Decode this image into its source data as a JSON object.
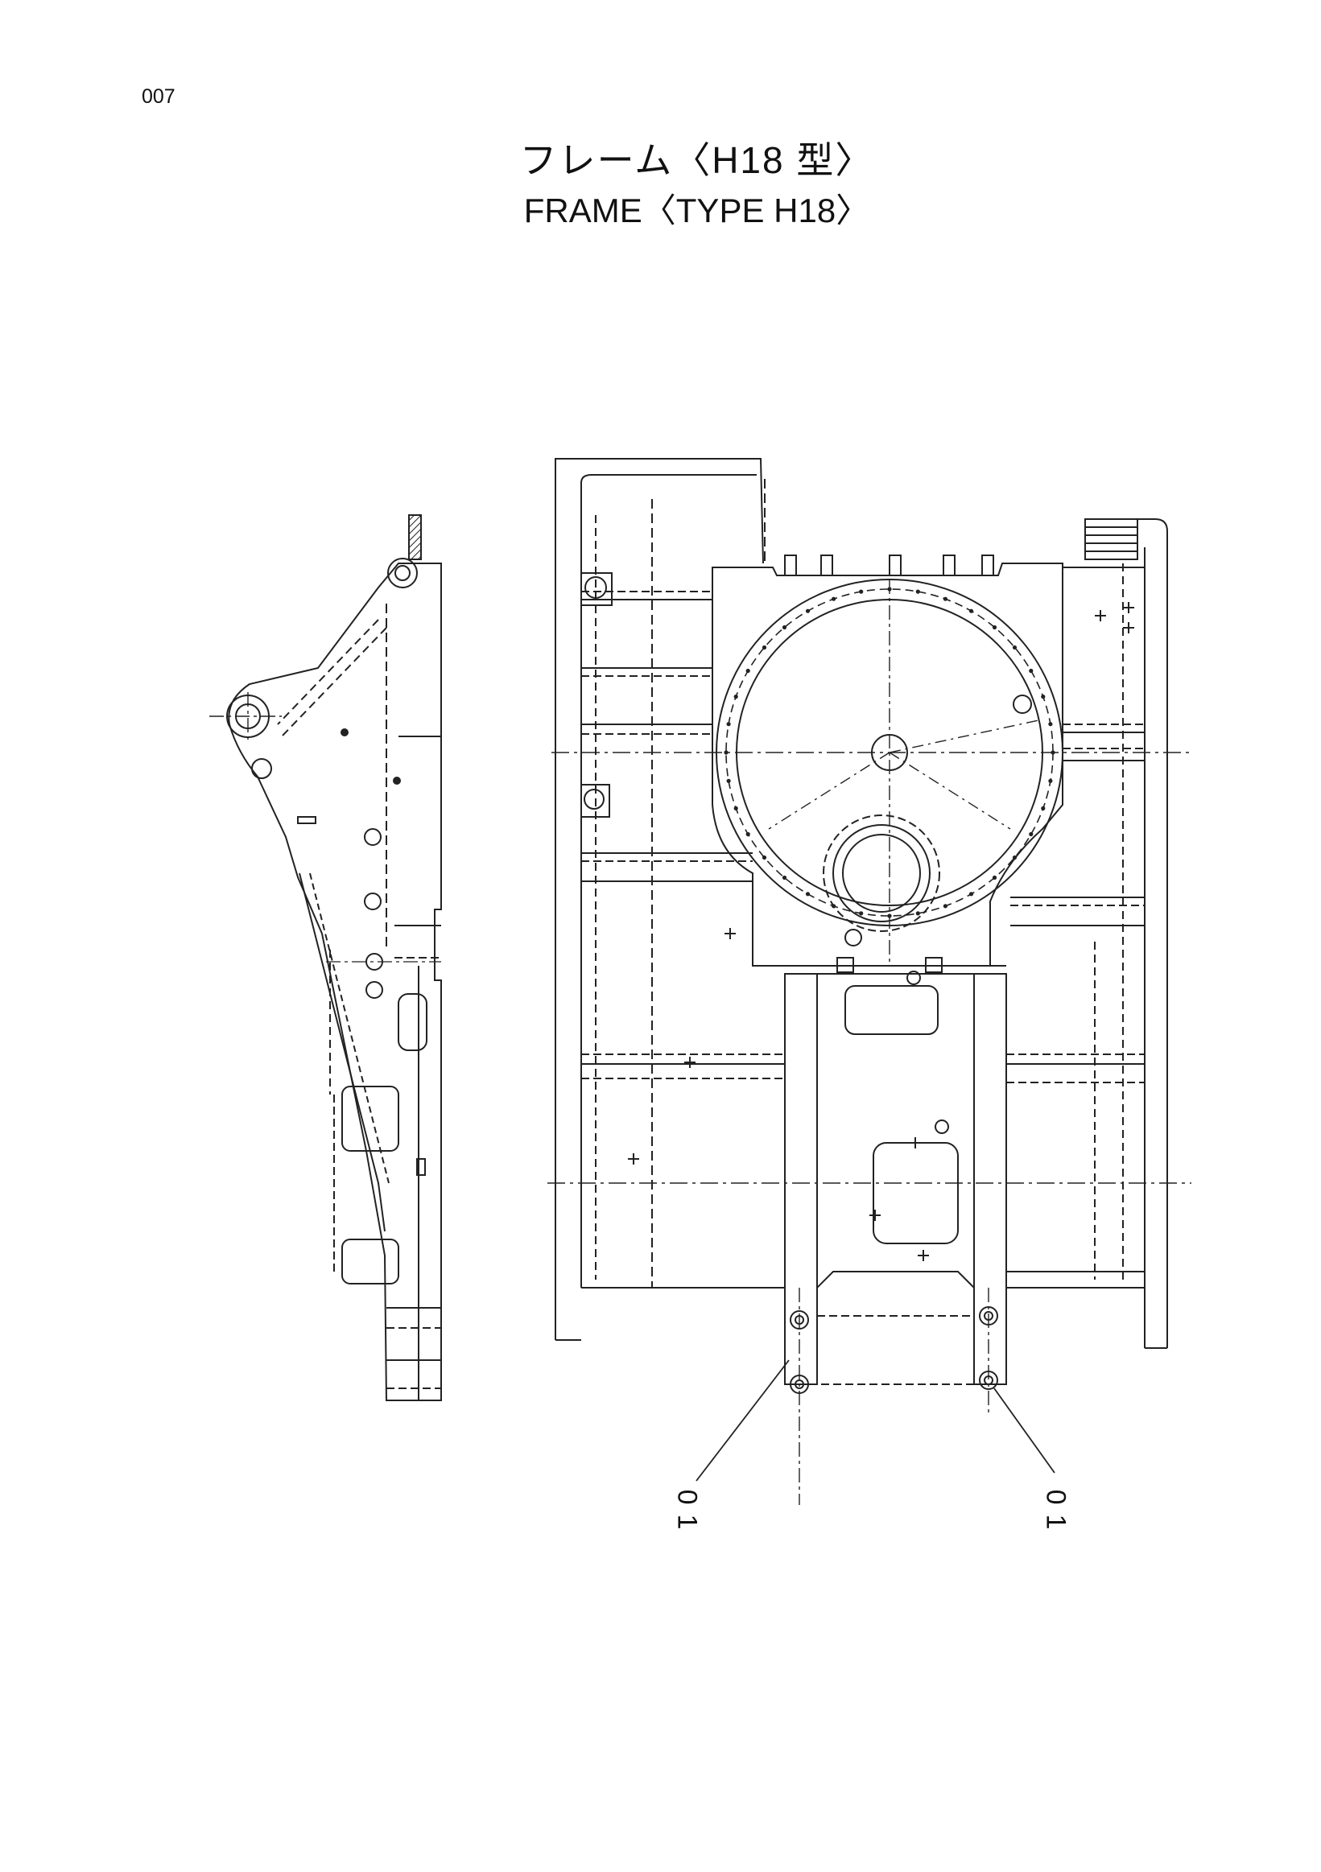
{
  "page": {
    "number": "007"
  },
  "title": {
    "japanese": "フレーム〈H18 型〉",
    "english": "FRAME〈TYPE  H18〉"
  },
  "callouts": [
    {
      "label": "01"
    },
    {
      "label": "01"
    }
  ],
  "colors": {
    "line": "#222222",
    "background": "#ffffff"
  }
}
